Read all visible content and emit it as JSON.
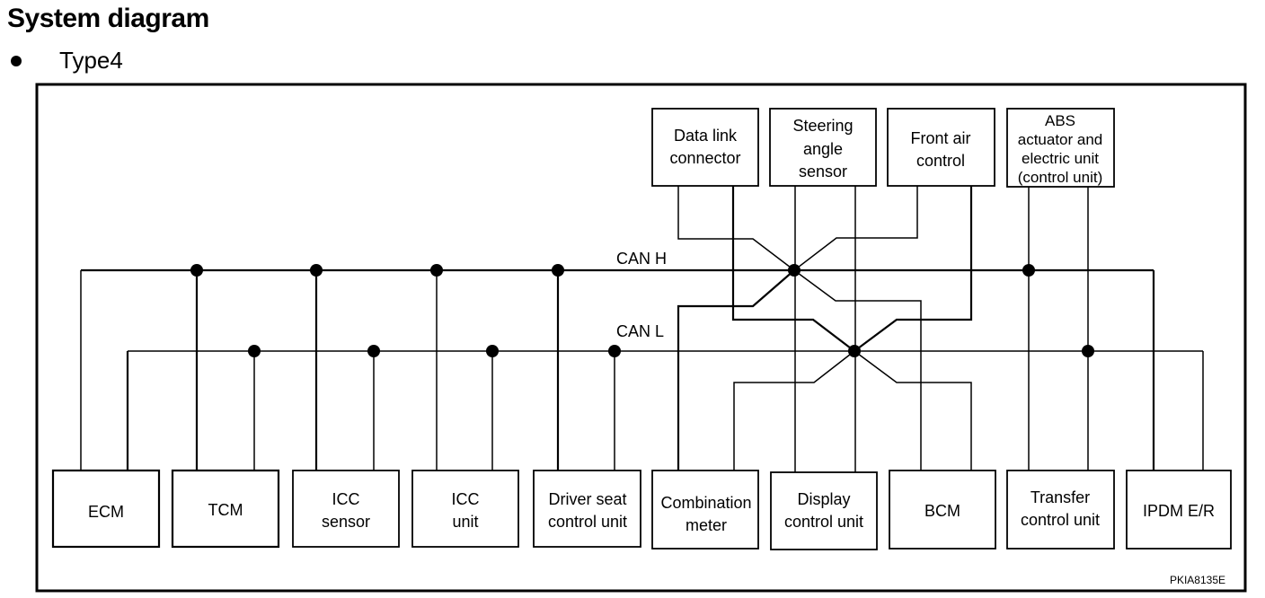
{
  "title": "System diagram",
  "bullet": {
    "text": "Type4",
    "icon": "bullet-icon"
  },
  "buses": {
    "can_h": "CAN H",
    "can_l": "CAN L"
  },
  "top_units": {
    "data_link": [
      "Data link",
      "connector"
    ],
    "steering": [
      "Steering",
      "angle",
      "sensor"
    ],
    "front_air": [
      "Front air",
      "control"
    ],
    "abs": [
      "ABS",
      "actuator and",
      "electric unit",
      "(control unit)"
    ]
  },
  "bottom_units": {
    "ecm": [
      "ECM"
    ],
    "tcm": [
      "TCM"
    ],
    "icc_sensor": [
      "ICC",
      "sensor"
    ],
    "icc_unit": [
      "ICC",
      "unit"
    ],
    "driver_seat": [
      "Driver seat",
      "control unit"
    ],
    "combination_meter": [
      "Combination",
      "meter"
    ],
    "display": [
      "Display",
      "control unit"
    ],
    "bcm": [
      "BCM"
    ],
    "transfer": [
      "Transfer",
      "control unit"
    ],
    "ipdm": [
      "IPDM E/R"
    ]
  },
  "figure_code": "PKIA8135E"
}
